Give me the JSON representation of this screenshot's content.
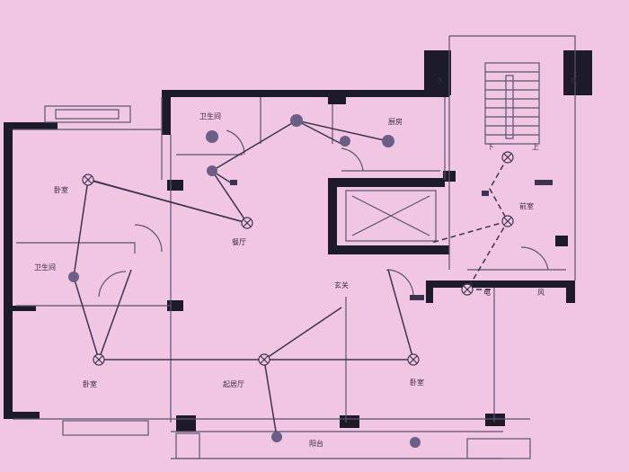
{
  "rooms": {
    "bathroom_top": "卫生间",
    "kitchen": "厨房",
    "bedroom_left": "卧室",
    "dining": "餐厅",
    "bathroom_left": "卫生间",
    "foyer": "玄关",
    "bedroom_bottom_left": "卧室",
    "living_room": "起居厅",
    "bedroom_bottom_right": "卧室",
    "balcony": "阳台",
    "anteroom": "前室",
    "stair_down": "下",
    "stair_up": "上",
    "water_left": "水",
    "water_right": "水",
    "wind": "风",
    "electric": "电"
  },
  "colors": {
    "background": "#f0c6e2",
    "wall": "#1d1a2a",
    "thin_line": "#5b5470",
    "wire": "#3d3350",
    "fixture_fill": "#6a5f86"
  }
}
